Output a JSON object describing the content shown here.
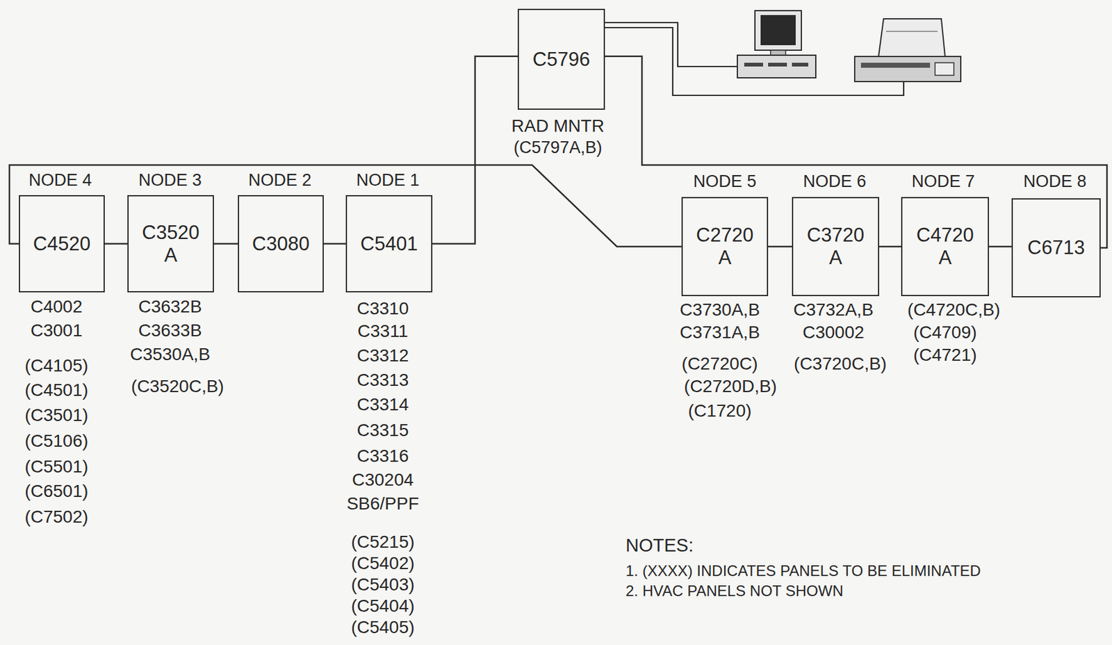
{
  "diagram": {
    "nodes": [
      {
        "text": [
          "C5796"
        ]
      },
      {
        "text": [
          "C4520"
        ]
      },
      {
        "text": [
          "C3520 A"
        ]
      },
      {
        "text": [
          "C3080"
        ]
      },
      {
        "text": [
          "C5401"
        ]
      },
      {
        "text": [
          "C2720 A"
        ]
      },
      {
        "text": [
          "C3720 A"
        ]
      },
      {
        "text": [
          "C4720 A"
        ]
      },
      {
        "text": [
          "C6713"
        ]
      }
    ],
    "edges": [
      {
        "from": 1,
        "to": 2,
        "arrow": "none"
      },
      {
        "from": 2,
        "to": 3,
        "arrow": "none"
      },
      {
        "from": 3,
        "to": 4,
        "arrow": "none"
      },
      {
        "from": 4,
        "to": 0,
        "arrow": "none"
      },
      {
        "from": 1,
        "to": 5,
        "arrow": "none"
      },
      {
        "from": 5,
        "to": 6,
        "arrow": "none"
      },
      {
        "from": 6,
        "to": 7,
        "arrow": "none"
      },
      {
        "from": 7,
        "to": 8,
        "arrow": "none"
      },
      {
        "from": 0,
        "to": 8,
        "arrow": "none"
      }
    ],
    "labels": [
      "NODE 4",
      "NODE 3",
      "NODE 2",
      "NODE 1",
      "RAD MNTR",
      "(C5797A,B)",
      "NODE 5",
      "NODE 6",
      "NODE 7",
      "NODE 8",
      "C4002",
      "C3001",
      "(C4105)",
      "(C4501)",
      "(C3501)",
      "(C5106)",
      "(C5501)",
      "(C6501)",
      "(C7502)",
      "C3632B",
      "C3633B",
      "C3530A,B",
      "(C3520C,B)",
      "C3310",
      "C3311",
      "C3312",
      "C3313",
      "C3314",
      "C3315",
      "C3316",
      "C30204",
      "SB6/PPF",
      "(C5215)",
      "(C5402)",
      "(C5403)",
      "(C5404)",
      "(C5405)",
      "C3730A,B",
      "C3731A,B",
      "(C2720C)",
      "(C2720D,B)",
      "(C1720)",
      "C3732A,B",
      "C30002",
      "(C3720C,B)",
      "(C4720C,B)",
      "(C4709)",
      "(C4721)",
      "NOTES:",
      "1. (XXXX) INDICATES PANELS TO BE ELIMINATED",
      "2. HVAC PANELS NOT SHOWN"
    ]
  }
}
